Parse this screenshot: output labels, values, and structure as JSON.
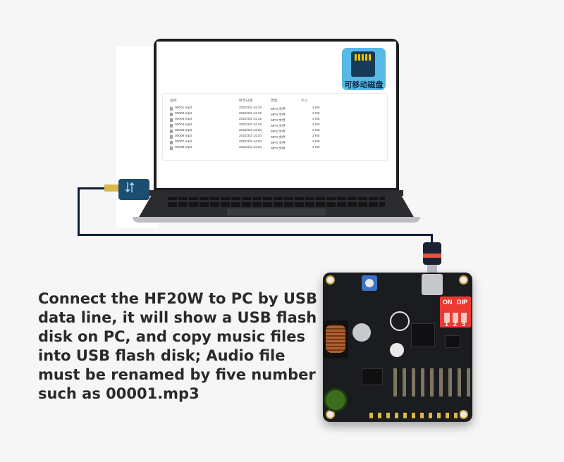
{
  "disk": {
    "label": "可移动磁盘"
  },
  "file_table": {
    "headers": {
      "name": "名称",
      "modified": "修改日期",
      "type": "类型",
      "size": "大小"
    },
    "rows": [
      {
        "name": "00001.mp3",
        "modified": "2022/3/3 14:18",
        "type": "MP3 文件",
        "size": "2 KB"
      },
      {
        "name": "00002.mp3",
        "modified": "2022/3/3 14:19",
        "type": "MP3 文件",
        "size": "2 KB"
      },
      {
        "name": "00003.mp3",
        "modified": "2022/3/3 14:19",
        "type": "MP3 文件",
        "size": "3 KB"
      },
      {
        "name": "00004.mp3",
        "modified": "2022/3/3 14:19",
        "type": "MP3 文件",
        "size": "2 KB"
      },
      {
        "name": "00005.mp3",
        "modified": "2022/3/3 14:20",
        "type": "MP3 文件",
        "size": "2 KB"
      },
      {
        "name": "00006.mp3",
        "modified": "2022/3/3 14:20",
        "type": "MP3 文件",
        "size": "2 KB"
      },
      {
        "name": "00007.mp3",
        "modified": "2022/3/3 14:20",
        "type": "MP3 文件",
        "size": "3 KB"
      },
      {
        "name": "00008.mp3",
        "modified": "2022/3/3 14:20",
        "type": "MP3 文件",
        "size": "2 KB"
      }
    ]
  },
  "board": {
    "dip_on": "ON",
    "dip_label": "DIP",
    "dip_1": "1",
    "dip_2": "2",
    "dip_3": "3"
  },
  "caption": {
    "line1": "Connect the HF20W to PC by USB",
    "line2": "data line, it will show a USB flash",
    "line3": "disk on PC,  and copy music files",
    "line4": "into USB flash disk;  Audio file",
    "line5": "must be renamed by five number",
    "line6": "such as 00001.mp3"
  },
  "colors": {
    "accent_blue": "#57b9e6",
    "usb_plug": "#1e4d72",
    "dip_red": "#ec3a33",
    "cable": "#0e1e38"
  }
}
